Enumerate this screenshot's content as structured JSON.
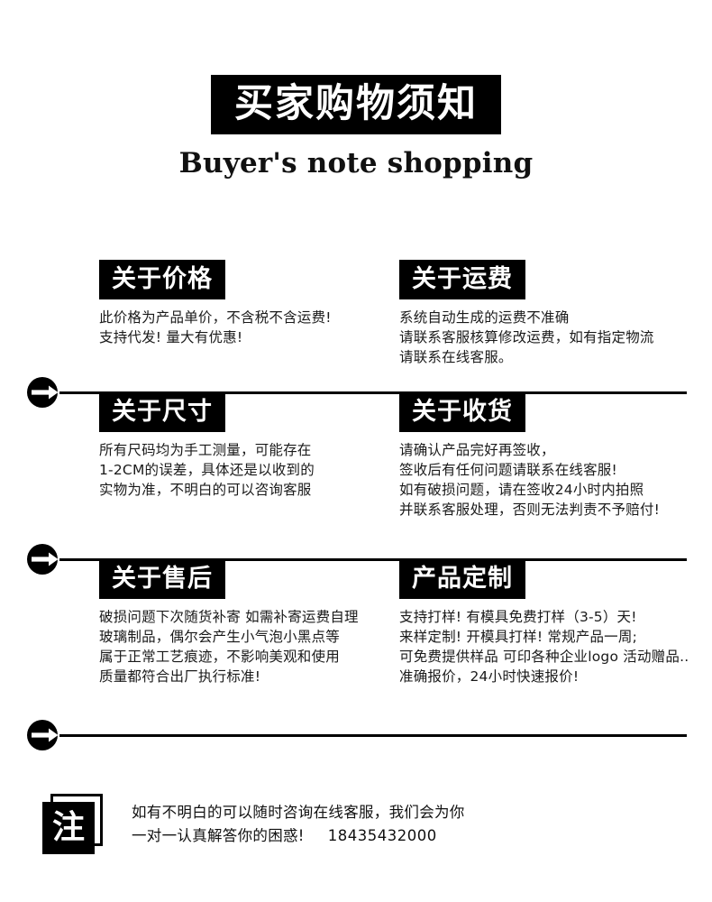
{
  "header": {
    "title_cn": "买家购物须知",
    "title_en": "Buyer's note shopping"
  },
  "theme": {
    "background": "#ffffff",
    "badge_bg": "#000000",
    "badge_fg": "#ffffff",
    "text": "#111111",
    "rule": "#000000"
  },
  "sections": [
    {
      "id": "price",
      "badge": "关于价格",
      "lines": [
        "此价格为产品单价，不含税不含运费!",
        "支持代发! 量大有优惠!"
      ]
    },
    {
      "id": "shipping-fee",
      "badge": "关于运费",
      "lines": [
        "系统自动生成的运费不准确",
        "请联系客服核算修改运费，如有指定物流",
        "请联系在线客服。"
      ]
    },
    {
      "id": "size",
      "badge": "关于尺寸",
      "lines": [
        "所有尺码均为手工测量，可能存在",
        "1-2CM的误差，具体还是以收到的",
        "实物为准，不明白的可以咨询客服"
      ]
    },
    {
      "id": "receiving",
      "badge": "关于收货",
      "lines": [
        "请确认产品完好再签收，",
        "签收后有任何问题请联系在线客服!",
        "如有破损问题，请在签收24小时内拍照",
        "并联系客服处理，否则无法判责不予赔付!"
      ]
    },
    {
      "id": "after-sales",
      "badge": "关于售后",
      "lines": [
        "破损问题下次随货补寄  如需补寄运费自理",
        "玻璃制品，偶尔会产生小气泡小黑点等",
        "属于正常工艺痕迹，不影响美观和使用",
        "质量都符合出厂执行标准!"
      ]
    },
    {
      "id": "customization",
      "badge": "产品定制",
      "lines": [
        "支持打样! 有模具免费打样（3-5）天!",
        "来样定制! 开模具打样! 常规产品一周;",
        "可免费提供样品 可印各种企业logo 活动赠品..",
        "准确报价，24小时快速报价!"
      ]
    }
  ],
  "dividers": [
    {
      "id": "divider-1",
      "icon": "arrow-right-circle-icon"
    },
    {
      "id": "divider-2",
      "icon": "arrow-right-circle-icon"
    },
    {
      "id": "divider-3",
      "icon": "arrow-right-circle-icon"
    }
  ],
  "footer": {
    "mark": "注",
    "line1": "如有不明白的可以随时咨询在线客服，我们会为你",
    "line2": "一对一认真解答你的困惑!",
    "phone": "18435432000"
  }
}
